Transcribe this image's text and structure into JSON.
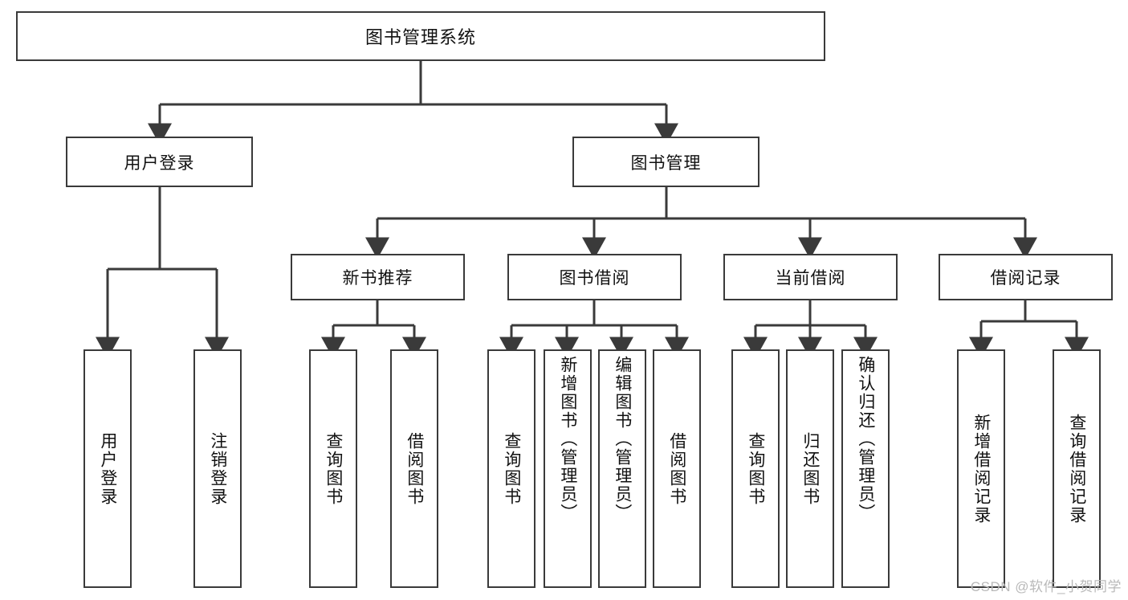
{
  "diagram": {
    "title": "图书管理系统",
    "type": "hierarchy-tree",
    "root": {
      "label": "图书管理系统"
    },
    "level2": [
      {
        "label": "用户登录"
      },
      {
        "label": "图书管理"
      }
    ],
    "level3": [
      {
        "label": "新书推荐"
      },
      {
        "label": "图书借阅"
      },
      {
        "label": "当前借阅"
      },
      {
        "label": "借阅记录"
      }
    ],
    "leaves": {
      "user_login": [
        {
          "label": "用户登录"
        },
        {
          "label": "注销登录"
        }
      ],
      "new_book": [
        {
          "label": "查询图书"
        },
        {
          "label": "借阅图书"
        }
      ],
      "book_borrow": [
        {
          "label": "查询图书"
        },
        {
          "label": "新增图书（管理员）"
        },
        {
          "label": "编辑图书（管理员）"
        },
        {
          "label": "借阅图书"
        }
      ],
      "current_borrow": [
        {
          "label": "查询图书"
        },
        {
          "label": "归还图书"
        },
        {
          "label": "确认归还（管理员）"
        }
      ],
      "borrow_record": [
        {
          "label": "新增借阅记录"
        },
        {
          "label": "查询借阅记录"
        }
      ]
    }
  },
  "watermark": {
    "text": "CSDN @软件_小贺同学"
  },
  "colors": {
    "stroke": "#3a3a3a",
    "fill": "#ffffff",
    "text": "#111111",
    "watermark": "#b9b9b9"
  }
}
